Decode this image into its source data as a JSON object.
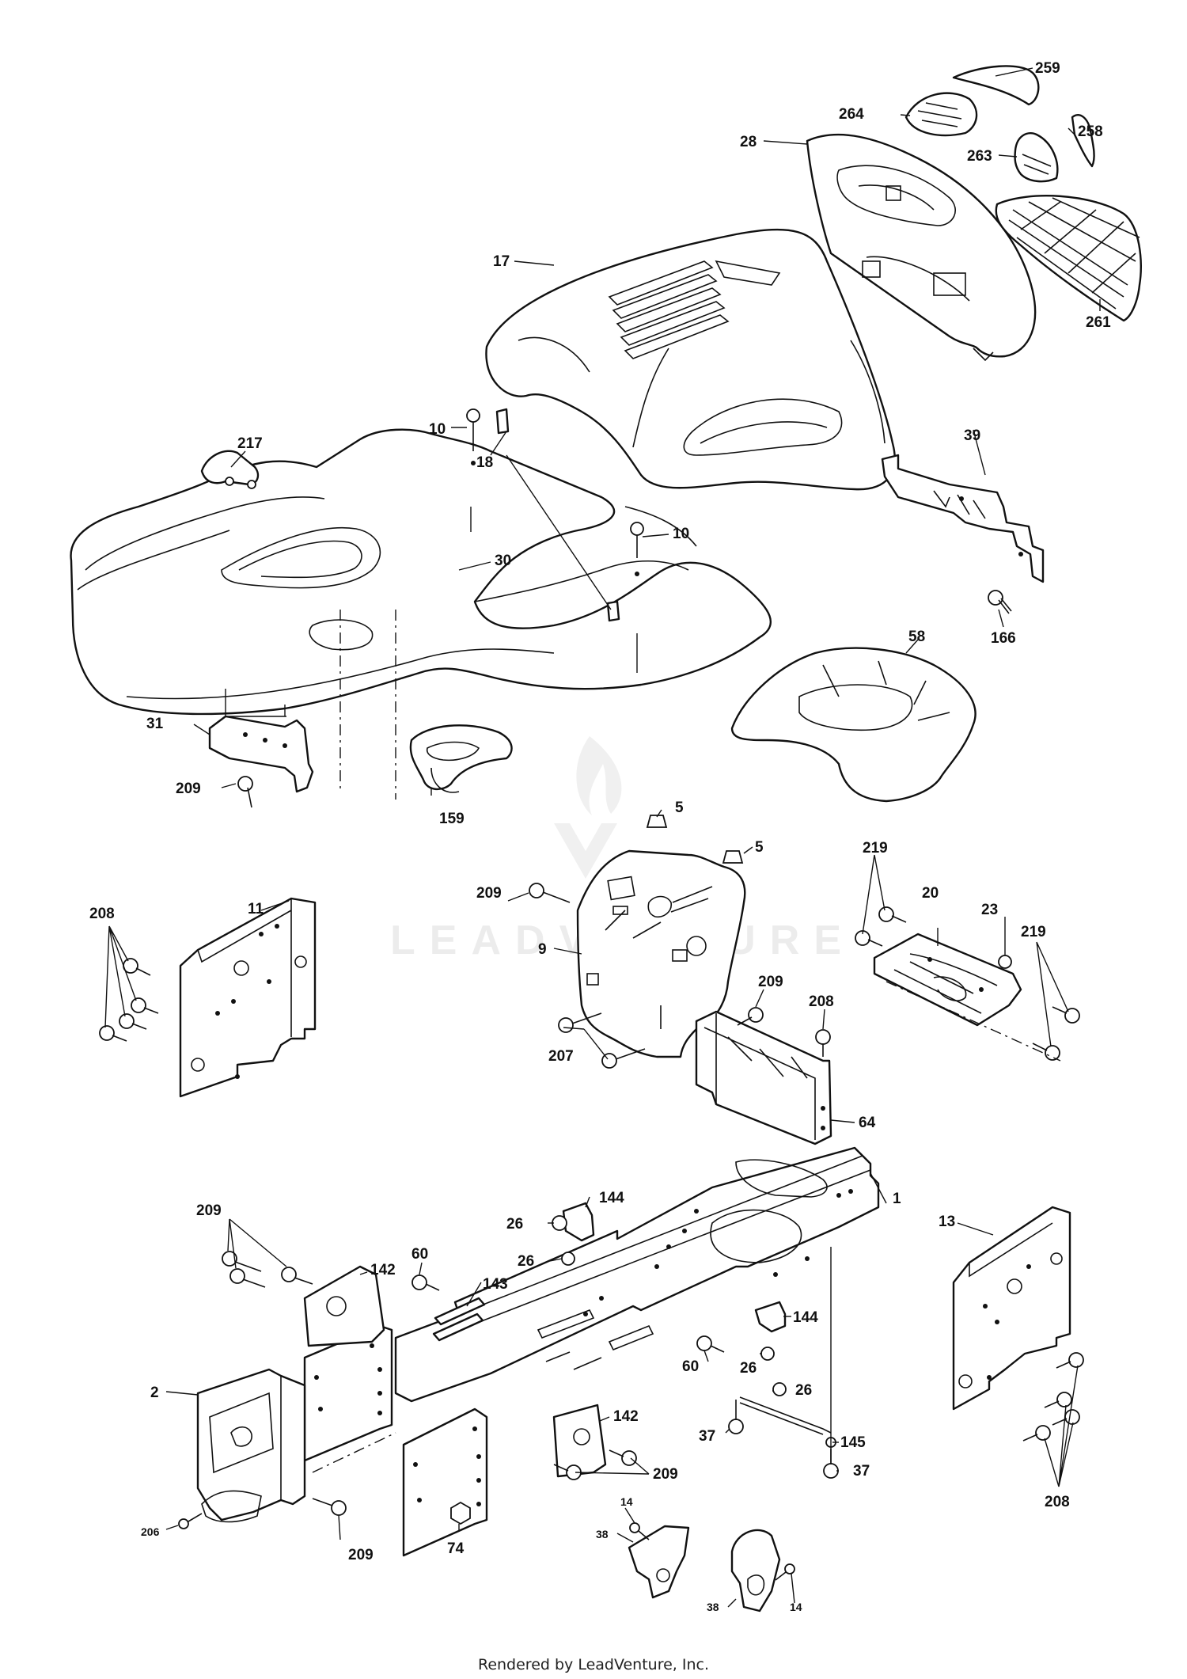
{
  "footer": "Rendered by LeadVenture, Inc.",
  "watermark": "LEADVENTURE",
  "callouts": [
    {
      "id": "c259",
      "text": "259"
    },
    {
      "id": "c264",
      "text": "264"
    },
    {
      "id": "c258",
      "text": "258"
    },
    {
      "id": "c28",
      "text": "28"
    },
    {
      "id": "c263",
      "text": "263"
    },
    {
      "id": "c17",
      "text": "17"
    },
    {
      "id": "c261",
      "text": "261"
    },
    {
      "id": "c10a",
      "text": "10"
    },
    {
      "id": "c217",
      "text": "217"
    },
    {
      "id": "c18",
      "text": "18"
    },
    {
      "id": "c39",
      "text": "39"
    },
    {
      "id": "c10b",
      "text": "10"
    },
    {
      "id": "c30",
      "text": "30"
    },
    {
      "id": "c166",
      "text": "166"
    },
    {
      "id": "c58",
      "text": "58"
    },
    {
      "id": "c31",
      "text": "31"
    },
    {
      "id": "c209a",
      "text": "209"
    },
    {
      "id": "c159",
      "text": "159"
    },
    {
      "id": "c5a",
      "text": "5"
    },
    {
      "id": "c5b",
      "text": "5"
    },
    {
      "id": "c219a",
      "text": "219"
    },
    {
      "id": "c208a",
      "text": "208"
    },
    {
      "id": "c11",
      "text": "11"
    },
    {
      "id": "c209b",
      "text": "209"
    },
    {
      "id": "c20",
      "text": "20"
    },
    {
      "id": "c23",
      "text": "23"
    },
    {
      "id": "c219b",
      "text": "219"
    },
    {
      "id": "c9",
      "text": "9"
    },
    {
      "id": "c209c",
      "text": "209"
    },
    {
      "id": "c208b",
      "text": "208"
    },
    {
      "id": "c207",
      "text": "207"
    },
    {
      "id": "c64",
      "text": "64"
    },
    {
      "id": "c1",
      "text": "1"
    },
    {
      "id": "c13",
      "text": "13"
    },
    {
      "id": "c144a",
      "text": "144"
    },
    {
      "id": "c209d",
      "text": "209"
    },
    {
      "id": "c26a",
      "text": "26"
    },
    {
      "id": "c26b",
      "text": "26"
    },
    {
      "id": "c142a",
      "text": "142"
    },
    {
      "id": "c60a",
      "text": "60"
    },
    {
      "id": "c143",
      "text": "143"
    },
    {
      "id": "c144b",
      "text": "144"
    },
    {
      "id": "c60b",
      "text": "60"
    },
    {
      "id": "c26c",
      "text": "26"
    },
    {
      "id": "c26d",
      "text": "26"
    },
    {
      "id": "c142b",
      "text": "142"
    },
    {
      "id": "c145",
      "text": "145"
    },
    {
      "id": "c37a",
      "text": "37"
    },
    {
      "id": "c2",
      "text": "2"
    },
    {
      "id": "c209e",
      "text": "209"
    },
    {
      "id": "c37b",
      "text": "37"
    },
    {
      "id": "c208c",
      "text": "208"
    },
    {
      "id": "c74",
      "text": "74"
    },
    {
      "id": "c14a",
      "text": "14"
    },
    {
      "id": "c38a",
      "text": "38"
    },
    {
      "id": "c206",
      "text": "206"
    },
    {
      "id": "c209f",
      "text": "209"
    },
    {
      "id": "c38b",
      "text": "38"
    },
    {
      "id": "c14b",
      "text": "14"
    }
  ]
}
